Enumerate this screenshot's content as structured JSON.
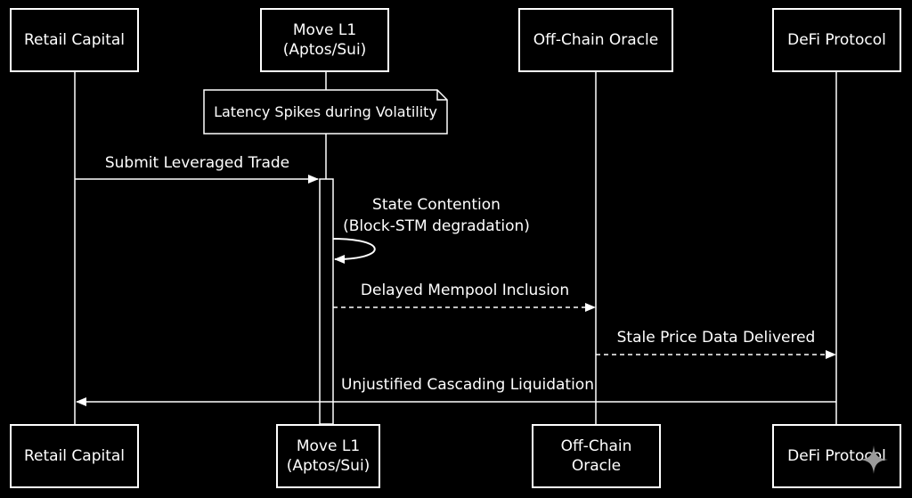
{
  "participants": {
    "retail_top": "Retail Capital",
    "move_top_1": "Move L1",
    "move_top_2": "(Aptos/Sui)",
    "oracle_top": "Off-Chain Oracle",
    "defi_top": "DeFi Protocol",
    "retail_bottom": "Retail Capital",
    "move_bottom_1": "Move L1",
    "move_bottom_2": "(Aptos/Sui)",
    "oracle_bottom_1": "Off-Chain",
    "oracle_bottom_2": "Oracle",
    "defi_bottom": "DeFi Protocol"
  },
  "note": "Latency Spikes during Volatility",
  "messages": {
    "m1": "Submit Leveraged Trade",
    "m2_1": "State Contention",
    "m2_2": "(Block-STM degradation)",
    "m3": "Delayed Mempool Inclusion",
    "m4": "Stale Price Data Delivered",
    "m5": "Unjustified Cascading Liquidation"
  }
}
